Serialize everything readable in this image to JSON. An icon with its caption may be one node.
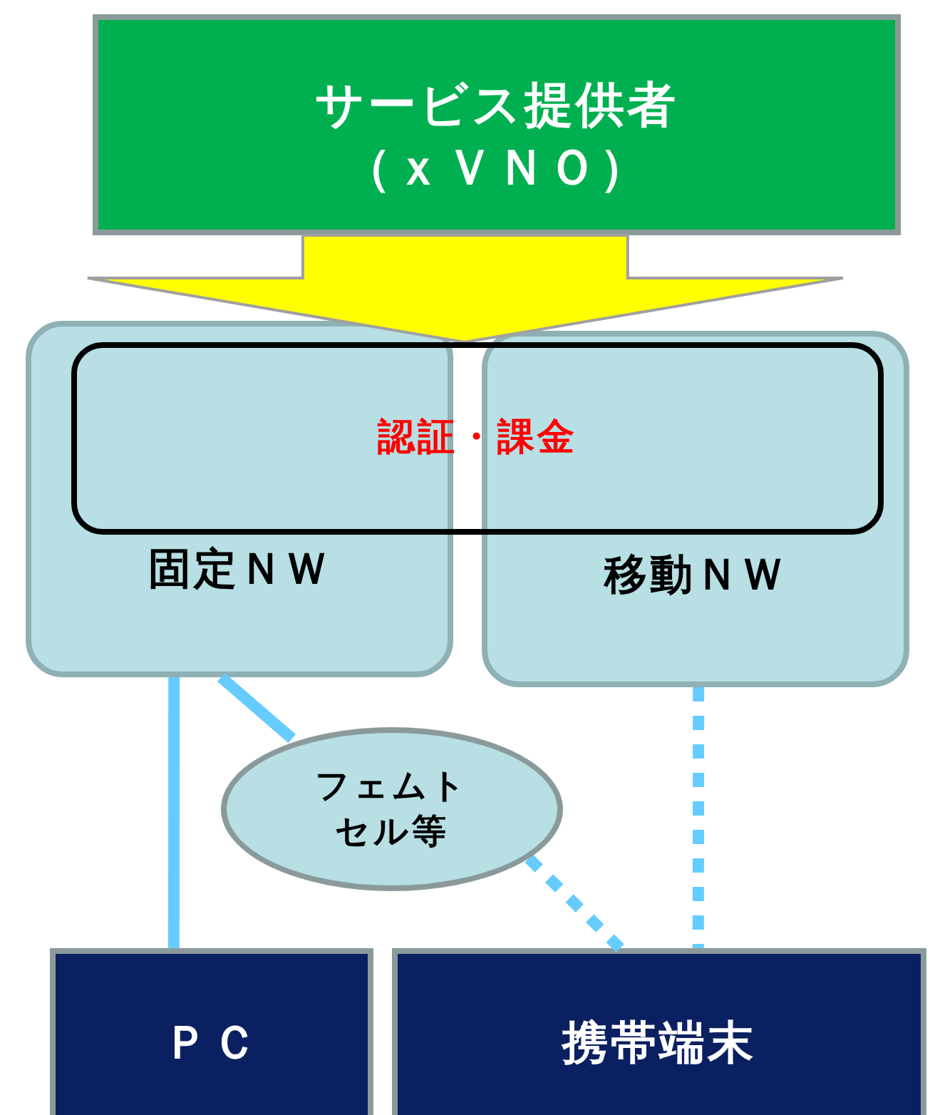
{
  "diagram": {
    "nodes": [
      {
        "text": [
          "サービス提供者（ｘＶＮＯ）"
        ]
      },
      {
        "text": [
          "固定ＮＷ"
        ]
      },
      {
        "text": [
          "移動ＮＷ"
        ]
      },
      {
        "text": [
          "認証・課金"
        ]
      },
      {
        "text": [
          "フェムトセル等"
        ]
      },
      {
        "text": [
          "ＰＣ"
        ]
      },
      {
        "text": [
          "携帯端末"
        ]
      }
    ],
    "edges": [
      {
        "from": 0,
        "to": 3,
        "arrow": "to",
        "style": "thick",
        "color": "#ffff00"
      },
      {
        "from": 1,
        "to": 5,
        "arrow": "none"
      },
      {
        "from": 1,
        "to": 4,
        "arrow": "none"
      },
      {
        "from": 4,
        "to": 6,
        "arrow": "none",
        "style": "dashed"
      },
      {
        "from": 2,
        "to": 6,
        "arrow": "none",
        "style": "dashed"
      }
    ]
  }
}
